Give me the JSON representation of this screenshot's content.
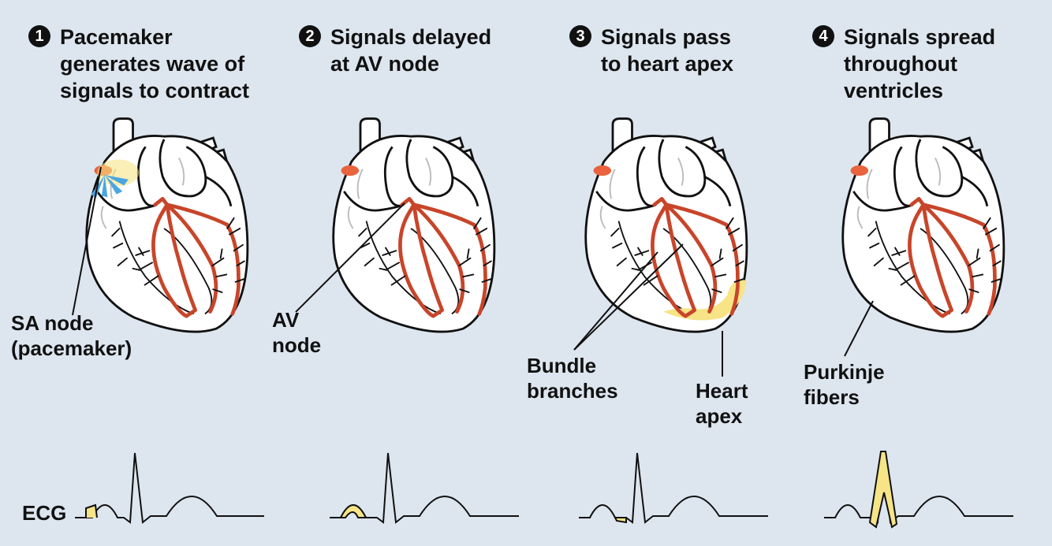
{
  "colors": {
    "background": "#dde6ef",
    "conduction": "#c8452a",
    "signal_yellow": "#f6e486",
    "sa_node": "#e8633e",
    "arrow_blue": "#4aa6e0",
    "outline": "#111111"
  },
  "steps": [
    {
      "number": "1",
      "title": "Pacemaker\ngenerates wave of\nsignals to contract"
    },
    {
      "number": "2",
      "title": "Signals delayed\nat AV node"
    },
    {
      "number": "3",
      "title": "Signals pass\nto heart apex"
    },
    {
      "number": "4",
      "title": "Signals spread\nthroughout\nventricles"
    }
  ],
  "labels": {
    "sa_node": "SA node\n(pacemaker)",
    "av_node": "AV\nnode",
    "bundle_branches": "Bundle\nbranches",
    "heart_apex": "Heart\napex",
    "purkinje_fibers": "Purkinje\nfibers",
    "ecg": "ECG"
  },
  "icons": [
    "step-number-badge",
    "heart-illustration",
    "ecg-waveform"
  ]
}
